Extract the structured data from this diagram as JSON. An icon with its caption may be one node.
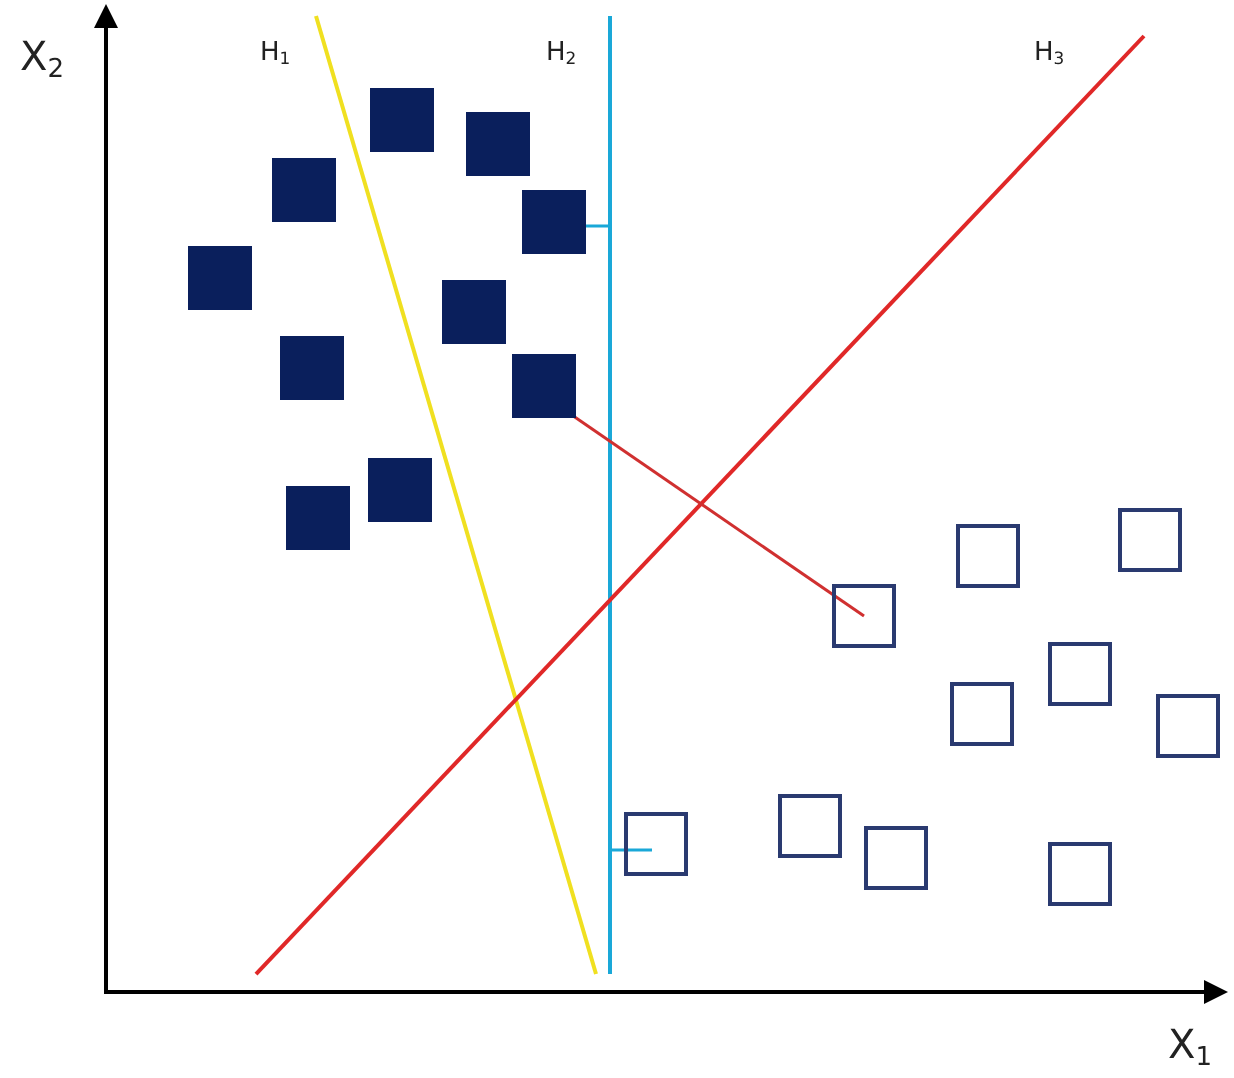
{
  "diagram": {
    "labels": [
      "X$_{2}$",
      "H$_{1}$",
      "H$_{2}$",
      "H$_{3}$",
      "X$_{1}$"
    ]
  }
}
